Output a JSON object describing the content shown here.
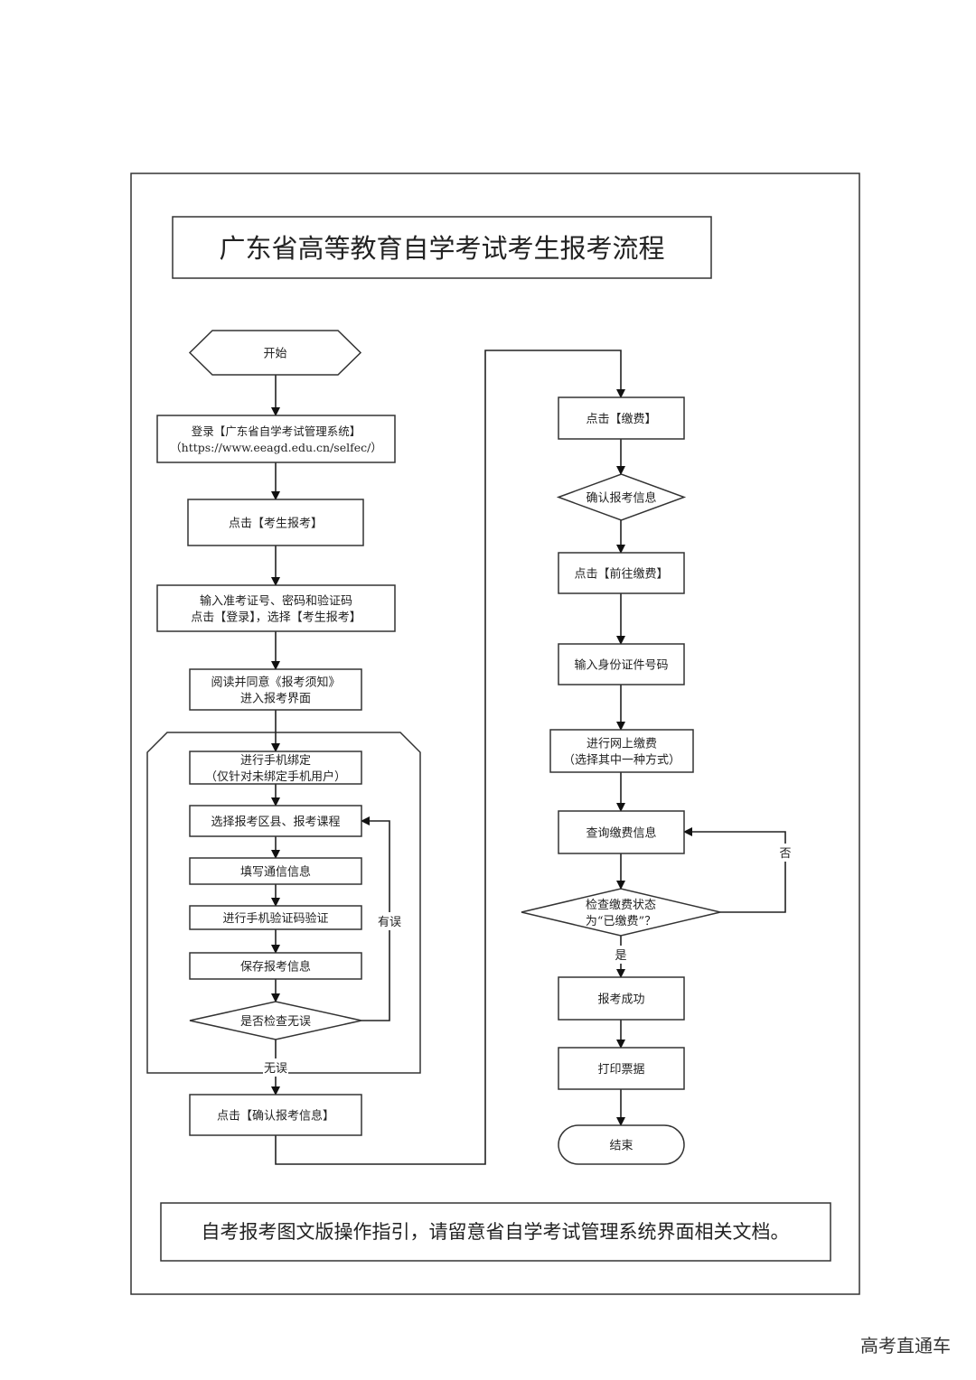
{
  "title": "广东省高等教育自学考试考生报考流程",
  "footer_note": "自考报考图文版操作指引，请留意省自学考试管理系统界面相关文档。",
  "watermark": "高考直通车",
  "nodes": {
    "start": [
      "开始"
    ],
    "login": [
      "登录【广东省自学考试管理系统】",
      "（https://www.eeagd.edu.cn/selfec/）"
    ],
    "click_apply": [
      "点击【考生报考】"
    ],
    "enter_credentials": [
      "输入准考证号、密码和验证码",
      "点击【登录】，选择【考生报考】"
    ],
    "read_notice": [
      "阅读并同意《报考须知》",
      "进入报考界面"
    ],
    "bind_phone": [
      "进行手机绑定",
      "（仅针对未绑定手机用户）"
    ],
    "select_course": [
      "选择报考区县、报考课程"
    ],
    "fill_contact": [
      "填写通信信息"
    ],
    "sms_verify": [
      "进行手机验证码验证"
    ],
    "save_info": [
      "保存报考信息"
    ],
    "check_ok": [
      "是否检查无误"
    ],
    "confirm_info": [
      "点击【确认报考信息】"
    ],
    "click_pay": [
      "点击【缴费】"
    ],
    "confirm_diamond": [
      "确认报考信息"
    ],
    "go_pay": [
      "点击【前往缴费】"
    ],
    "enter_id": [
      "输入身份证件号码"
    ],
    "online_pay": [
      "进行网上缴费",
      "（选择其中一种方式）"
    ],
    "query_pay": [
      "查询缴费信息"
    ],
    "check_paid": [
      "检查缴费状态",
      "为“已缴费”？"
    ],
    "success": [
      "报考成功"
    ],
    "print_receipt": [
      "打印票据"
    ],
    "end": [
      "结束"
    ]
  },
  "edge_labels": {
    "has_error": "有误",
    "no_error": "无误",
    "no": "否",
    "yes": "是"
  }
}
